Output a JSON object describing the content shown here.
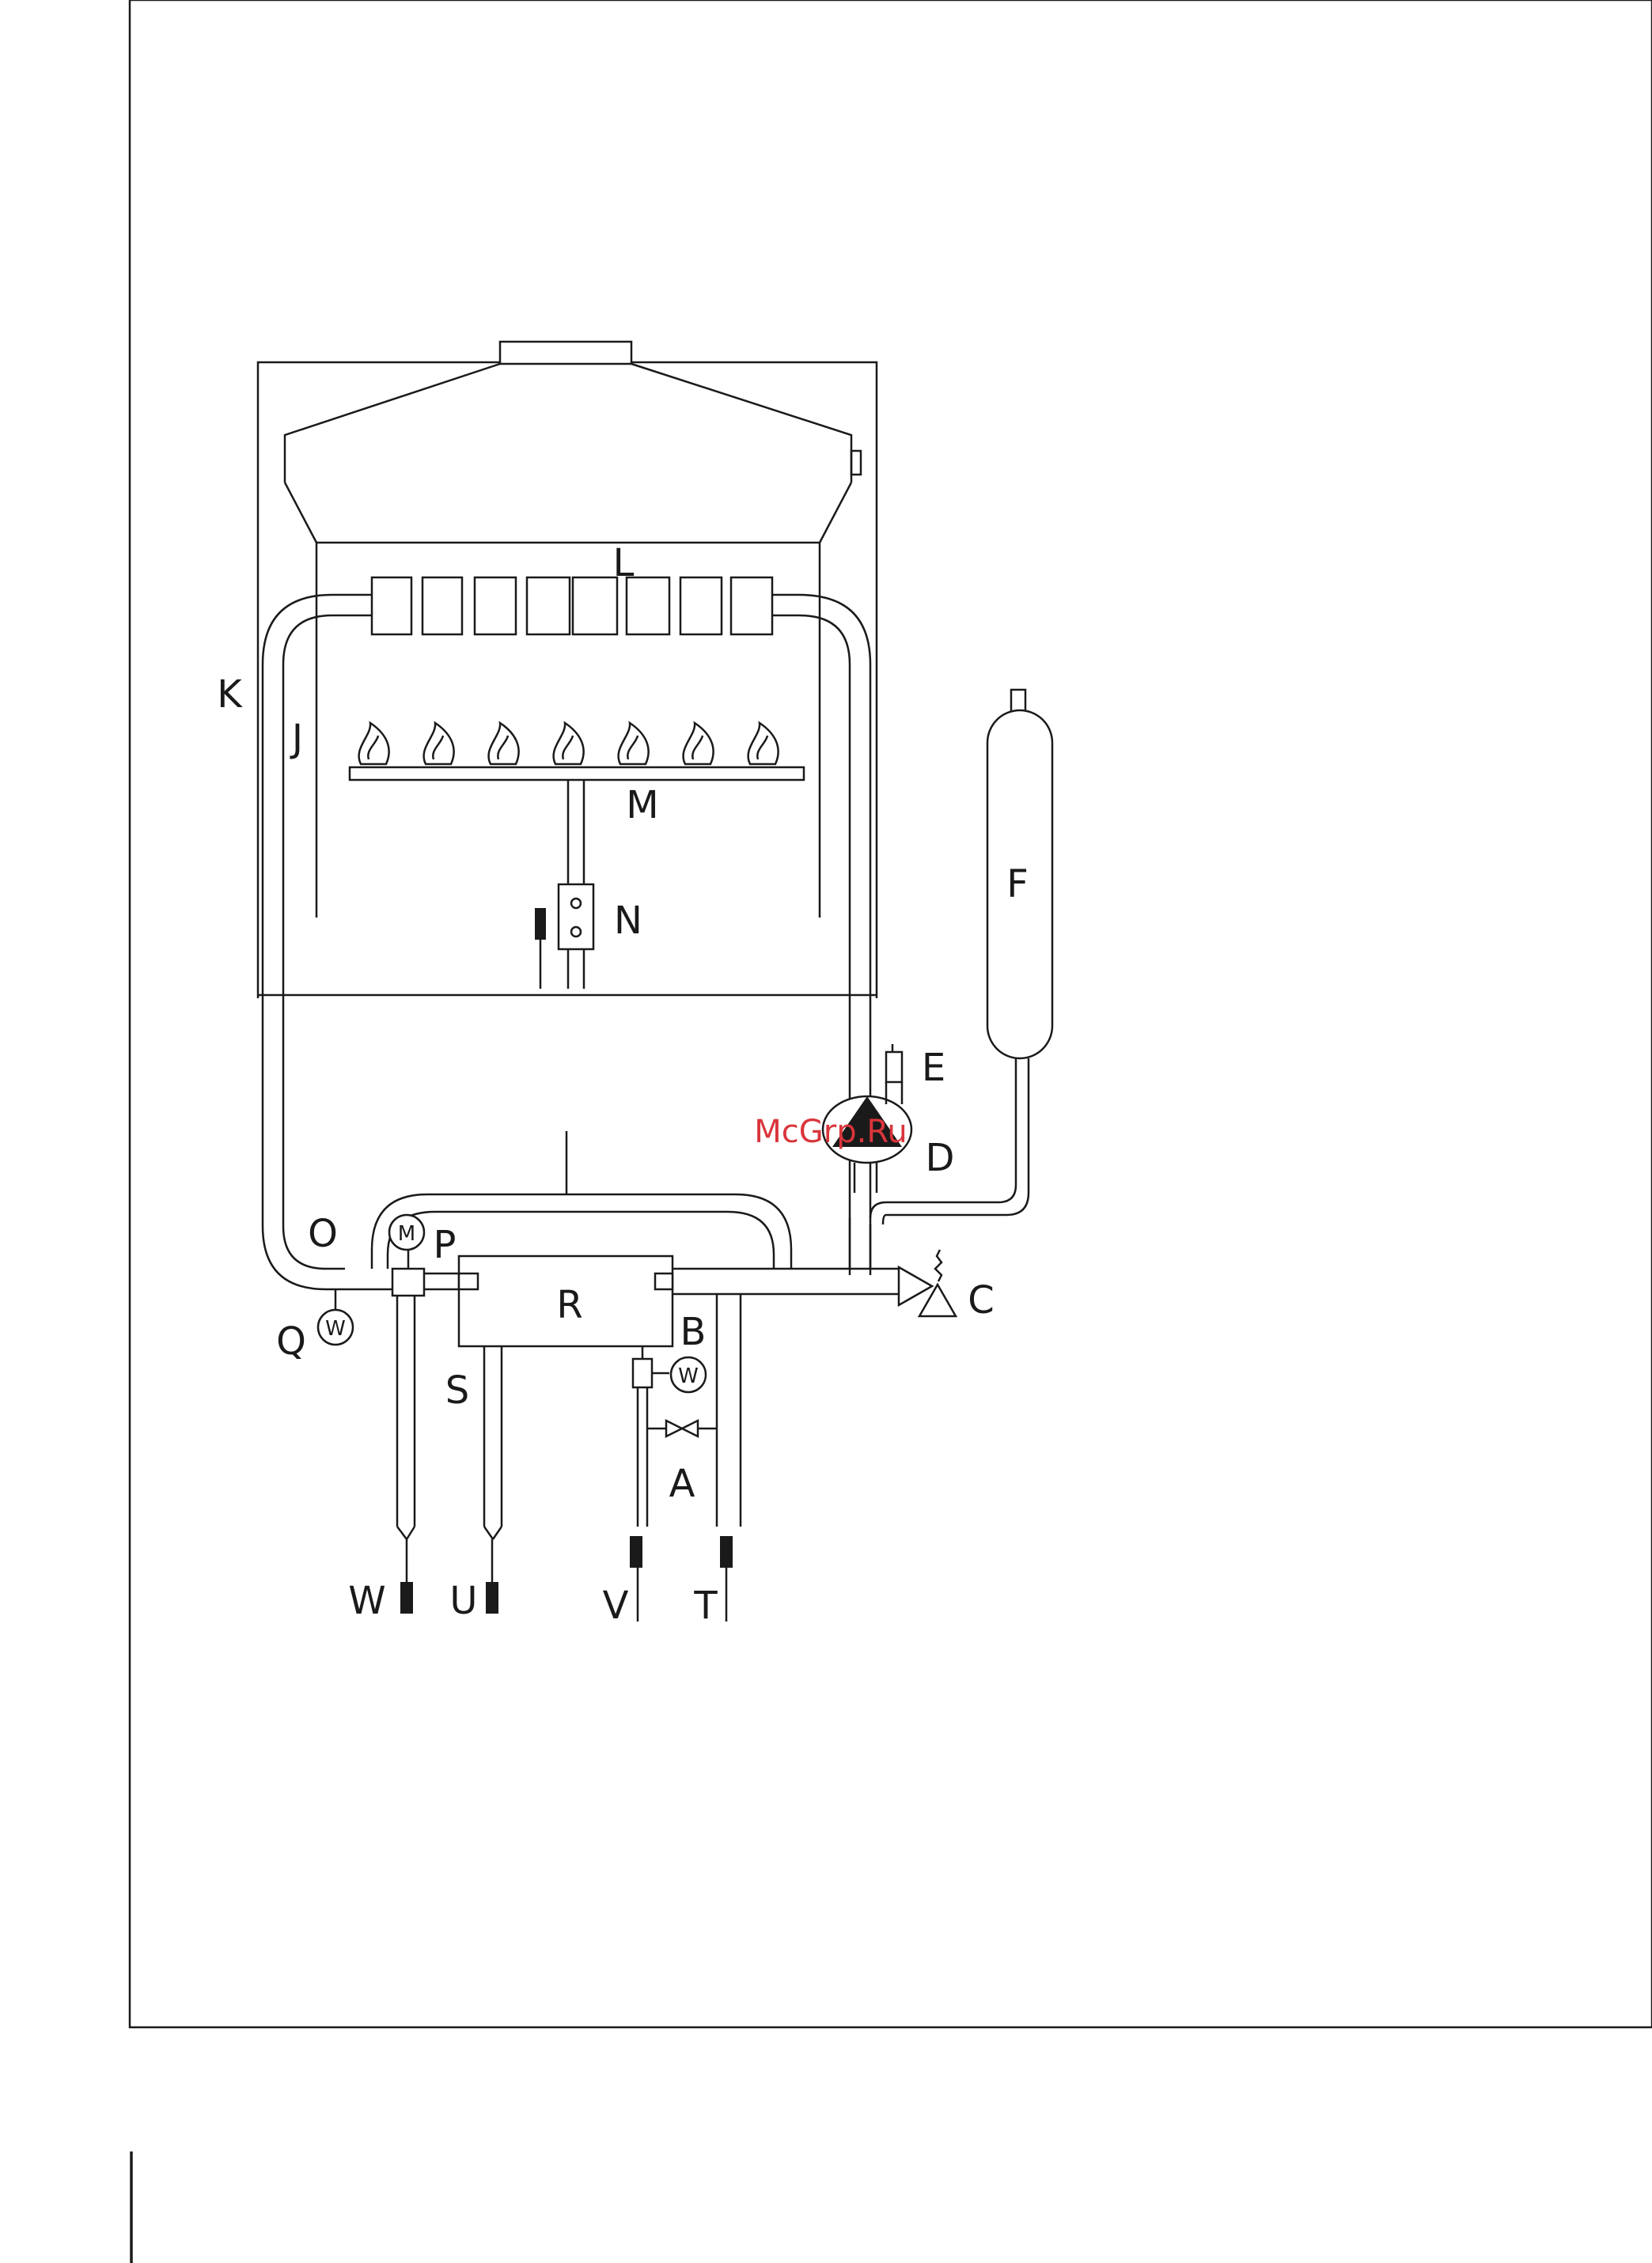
{
  "labels": {
    "A": "A",
    "B": "B",
    "C": "C",
    "D": "D",
    "E": "E",
    "F": "F",
    "J": "J",
    "K": "K",
    "L": "L",
    "M": "M",
    "N": "N",
    "O": "O",
    "P": "P",
    "Q": "Q",
    "R": "R",
    "S": "S",
    "T": "T",
    "U": "U",
    "V": "V",
    "W": "W"
  },
  "watermark": "McGrp.Ru",
  "symbols": {
    "motor": "M",
    "water": "W",
    "sensor_w": "W"
  },
  "colors": {
    "line": "#1a1a1a",
    "watermark": "#d9353b",
    "background": "#ffffff"
  }
}
